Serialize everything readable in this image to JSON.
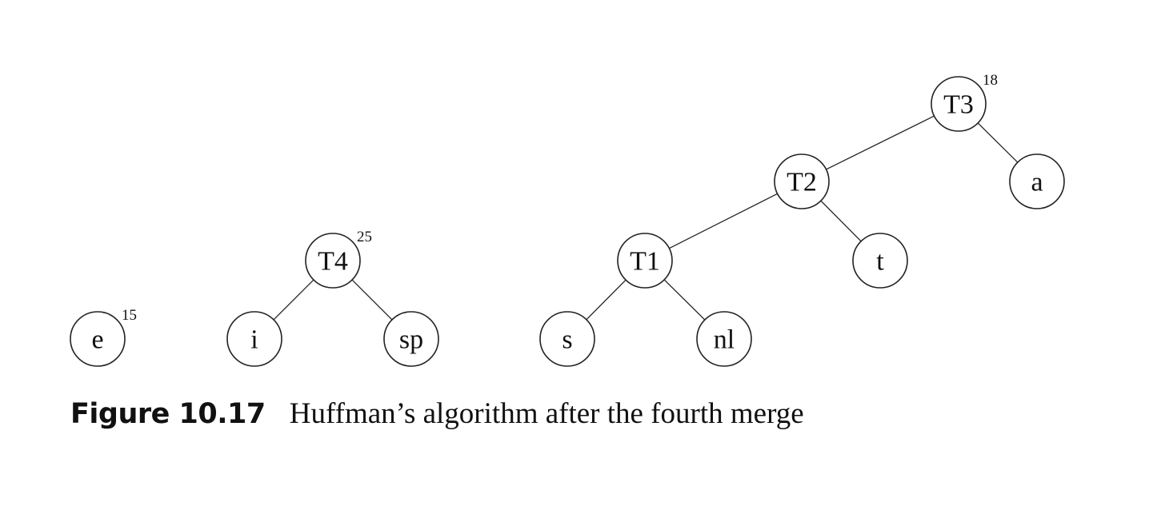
{
  "figure": {
    "number": "Figure 10.17",
    "caption": "Huffman’s algorithm after the fourth merge"
  },
  "nodes": [
    {
      "id": "e",
      "label": "e",
      "weight": "15"
    },
    {
      "id": "T4",
      "label": "T4",
      "weight": "25"
    },
    {
      "id": "i",
      "label": "i"
    },
    {
      "id": "sp",
      "label": "sp"
    },
    {
      "id": "T3",
      "label": "T3",
      "weight": "18"
    },
    {
      "id": "T2",
      "label": "T2"
    },
    {
      "id": "a",
      "label": "a"
    },
    {
      "id": "T1",
      "label": "T1"
    },
    {
      "id": "t",
      "label": "t"
    },
    {
      "id": "s",
      "label": "s"
    },
    {
      "id": "nl",
      "label": "nl"
    }
  ],
  "edges": [
    {
      "from": "T4",
      "to": "i"
    },
    {
      "from": "T4",
      "to": "sp"
    },
    {
      "from": "T3",
      "to": "T2"
    },
    {
      "from": "T3",
      "to": "a"
    },
    {
      "from": "T2",
      "to": "T1"
    },
    {
      "from": "T2",
      "to": "t"
    },
    {
      "from": "T1",
      "to": "s"
    },
    {
      "from": "T1",
      "to": "nl"
    }
  ]
}
